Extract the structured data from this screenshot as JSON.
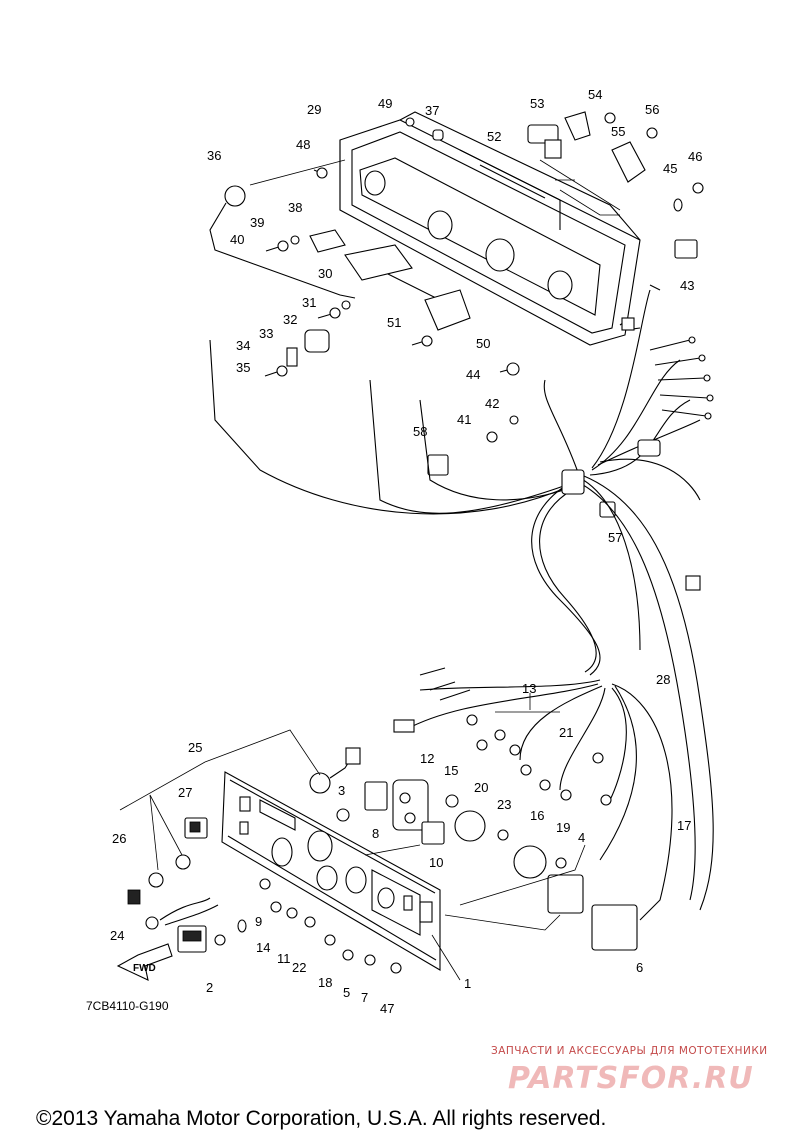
{
  "diagram": {
    "figure_code": "7CB4110-G190",
    "fwd_label": "FWD",
    "callouts": {
      "c1": "1",
      "c2": "2",
      "c3": "3",
      "c4": "4",
      "c5": "5",
      "c6": "6",
      "c7": "7",
      "c8": "8",
      "c9": "9",
      "c10": "10",
      "c11": "11",
      "c12": "12",
      "c13": "13",
      "c14": "14",
      "c15": "15",
      "c16": "16",
      "c17": "17",
      "c18": "18",
      "c19": "19",
      "c20": "20",
      "c21": "21",
      "c22": "22",
      "c23": "23",
      "c24": "24",
      "c25": "25",
      "c26": "26",
      "c27": "27",
      "c28": "28",
      "c29": "29",
      "c30": "30",
      "c31": "31",
      "c32": "32",
      "c33": "33",
      "c34": "34",
      "c35": "35",
      "c36": "36",
      "c37": "37",
      "c38": "38",
      "c39": "39",
      "c40": "40",
      "c41": "41",
      "c42": "42",
      "c43": "43",
      "c44": "44",
      "c45": "45",
      "c46": "46",
      "c47": "47",
      "c48": "48",
      "c49": "49",
      "c50": "50",
      "c51": "51",
      "c52": "52",
      "c53": "53",
      "c54": "54",
      "c55": "55",
      "c56": "56",
      "c57": "57",
      "c58": "58"
    }
  },
  "watermark": {
    "tagline": "ЗАПЧАСТИ И АКСЕССУАРЫ ДЛЯ МОТОТЕХНИКИ",
    "logo": "PARTSFOR.RU"
  },
  "footer": {
    "copyright": "©2013 Yamaha Motor Corporation, U.S.A. All rights reserved."
  }
}
